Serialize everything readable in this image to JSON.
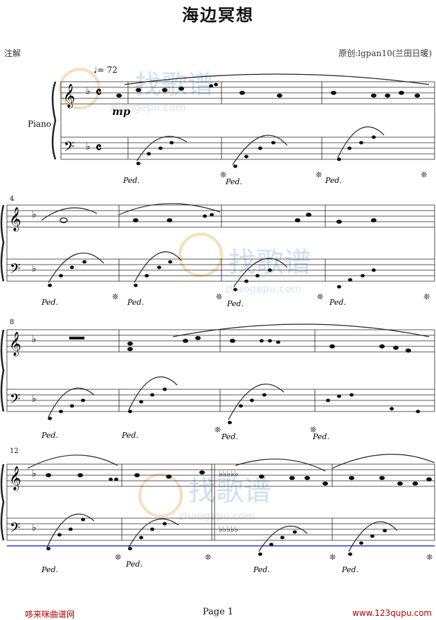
{
  "header": {
    "title": "海边冥想",
    "left_note": "注解",
    "right_note": "原创:lgpan10(兰田日暖)"
  },
  "score": {
    "instrument": "Piano",
    "tempo": "♩= 72",
    "dynamic": "mp",
    "measure_numbers": [
      "4",
      "8",
      "12"
    ],
    "pedal_mark": "Ped.",
    "pedal_release": "❊"
  },
  "watermark": {
    "site": "zhaogepu.com",
    "brand": "找歌谱"
  },
  "footer": {
    "left": "哆来咪曲谱网",
    "page": "Page 1",
    "right": "www.123qupu.com"
  }
}
